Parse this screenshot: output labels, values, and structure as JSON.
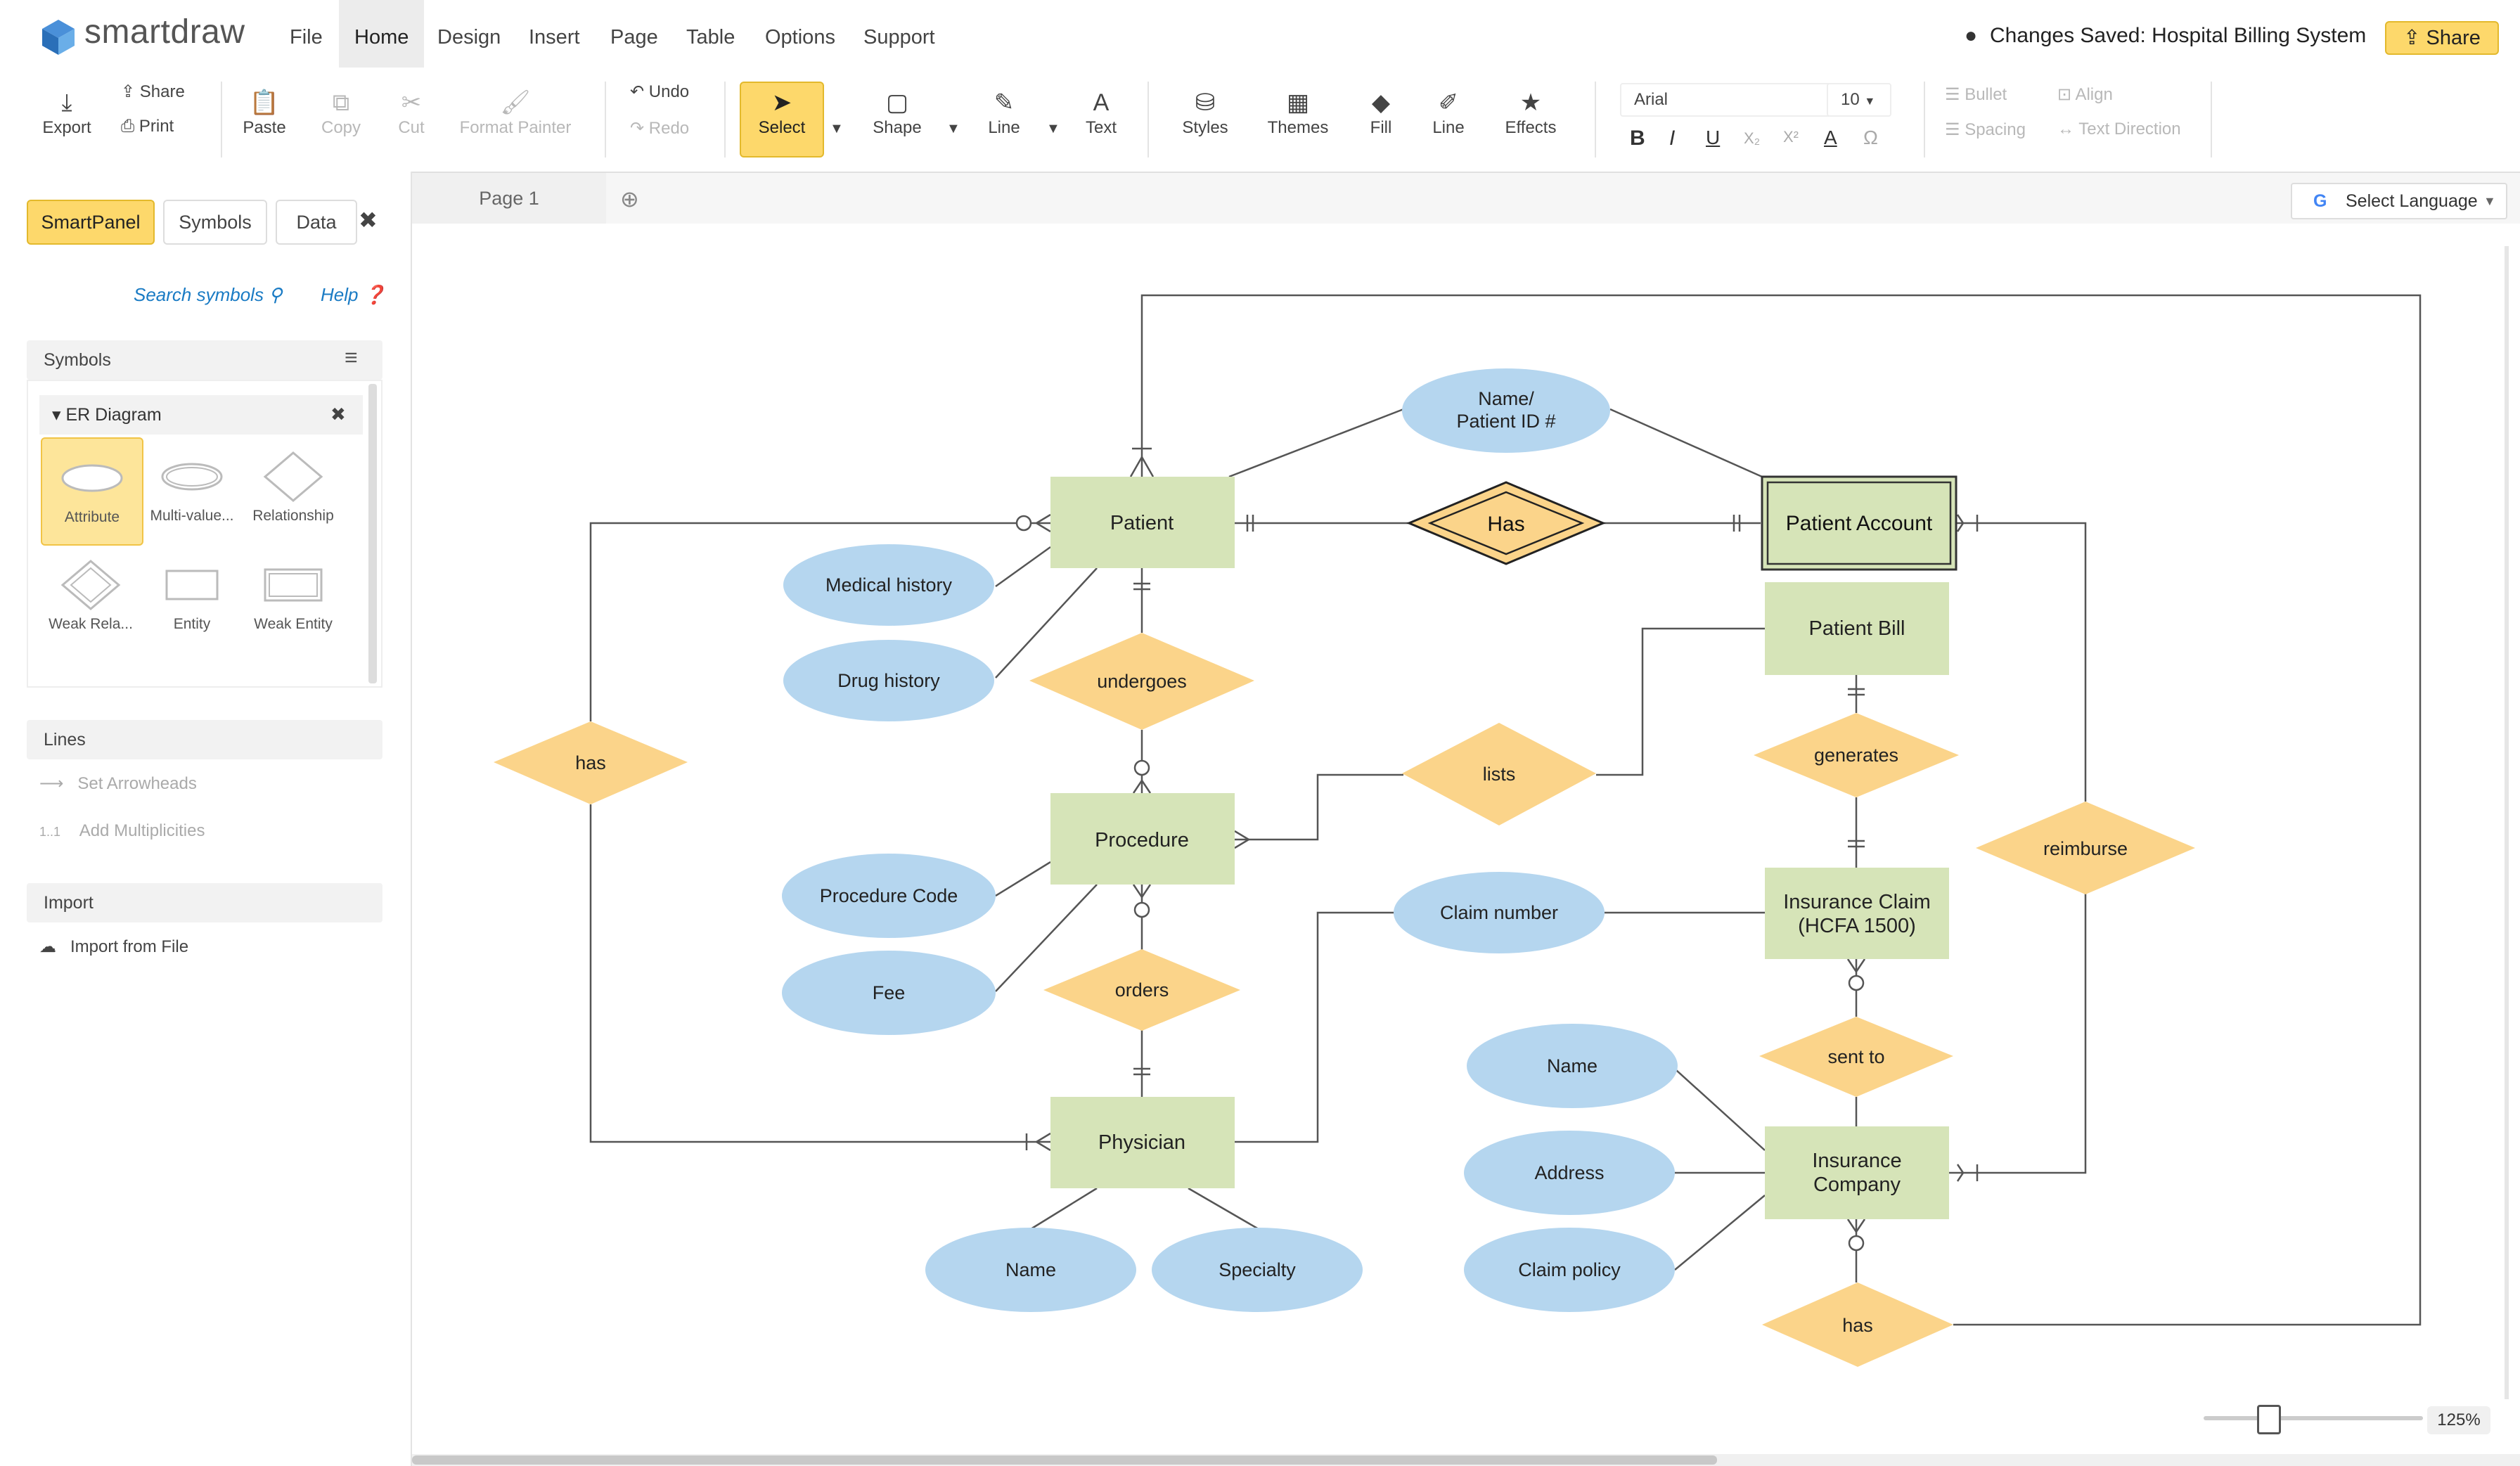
{
  "app": {
    "logo_text": "smartdraw",
    "menu": [
      "File",
      "Home",
      "Design",
      "Insert",
      "Page",
      "Table",
      "Options",
      "Support"
    ],
    "active_menu": "Home",
    "status": "Changes Saved: Hospital Billing System",
    "share_label": "Share"
  },
  "ribbon": {
    "export": "Export",
    "share": "Share",
    "print": "Print",
    "paste": "Paste",
    "copy": "Copy",
    "cut": "Cut",
    "format_painter": "Format Painter",
    "undo": "Undo",
    "redo": "Redo",
    "select": "Select",
    "shape": "Shape",
    "line": "Line",
    "text": "Text",
    "styles": "Styles",
    "themes": "Themes",
    "fill": "Fill",
    "line2": "Line",
    "effects": "Effects",
    "font": "Arial",
    "font_size": "10",
    "bullet": "Bullet",
    "align": "Align",
    "spacing": "Spacing",
    "text_direction": "Text Direction"
  },
  "panel": {
    "tabs": [
      "SmartPanel",
      "Symbols",
      "Data"
    ],
    "search": "Search symbols",
    "help": "Help",
    "symbols_head": "Symbols",
    "library": "ER Diagram",
    "symbols": [
      "Attribute",
      "Multi-value...",
      "Relationship",
      "Weak Rela...",
      "Entity",
      "Weak Entity"
    ],
    "lines_head": "Lines",
    "set_arrowheads": "Set Arrowheads",
    "multiplicity_prefix": "1..1",
    "add_multiplicities": "Add Multiplicities",
    "import_head": "Import",
    "import_file": "Import from File"
  },
  "canvas": {
    "page_tab": "Page 1",
    "language": "Select Language",
    "zoom": "125%"
  },
  "colors": {
    "entity": "#d6e4b8",
    "attribute": "#b5d6ef",
    "relationship": "#fbd48a",
    "accent": "#fdd86b"
  },
  "diagram": {
    "entities": {
      "patient": "Patient",
      "patient_account": "Patient Account",
      "patient_bill": "Patient Bill",
      "procedure": "Procedure",
      "insurance_claim_1": "Insurance Claim",
      "insurance_claim_2": "(HCFA 1500)",
      "physician": "Physician",
      "insurance_company_1": "Insurance",
      "insurance_company_2": "Company"
    },
    "relationships": {
      "has_main": "Has",
      "undergoes": "undergoes",
      "has_left": "has",
      "lists": "lists",
      "generates": "generates",
      "reimburse": "reimburse",
      "orders": "orders",
      "sent_to": "sent to",
      "has_bottom": "has"
    },
    "attributes": {
      "name_id_1": "Name/",
      "name_id_2": "Patient ID #",
      "medical_history": "Medical history",
      "drug_history": "Drug history",
      "procedure_code": "Procedure Code",
      "fee": "Fee",
      "claim_number": "Claim number",
      "company_name": "Name",
      "address": "Address",
      "claim_policy": "Claim policy",
      "physician_name": "Name",
      "specialty": "Specialty"
    }
  }
}
